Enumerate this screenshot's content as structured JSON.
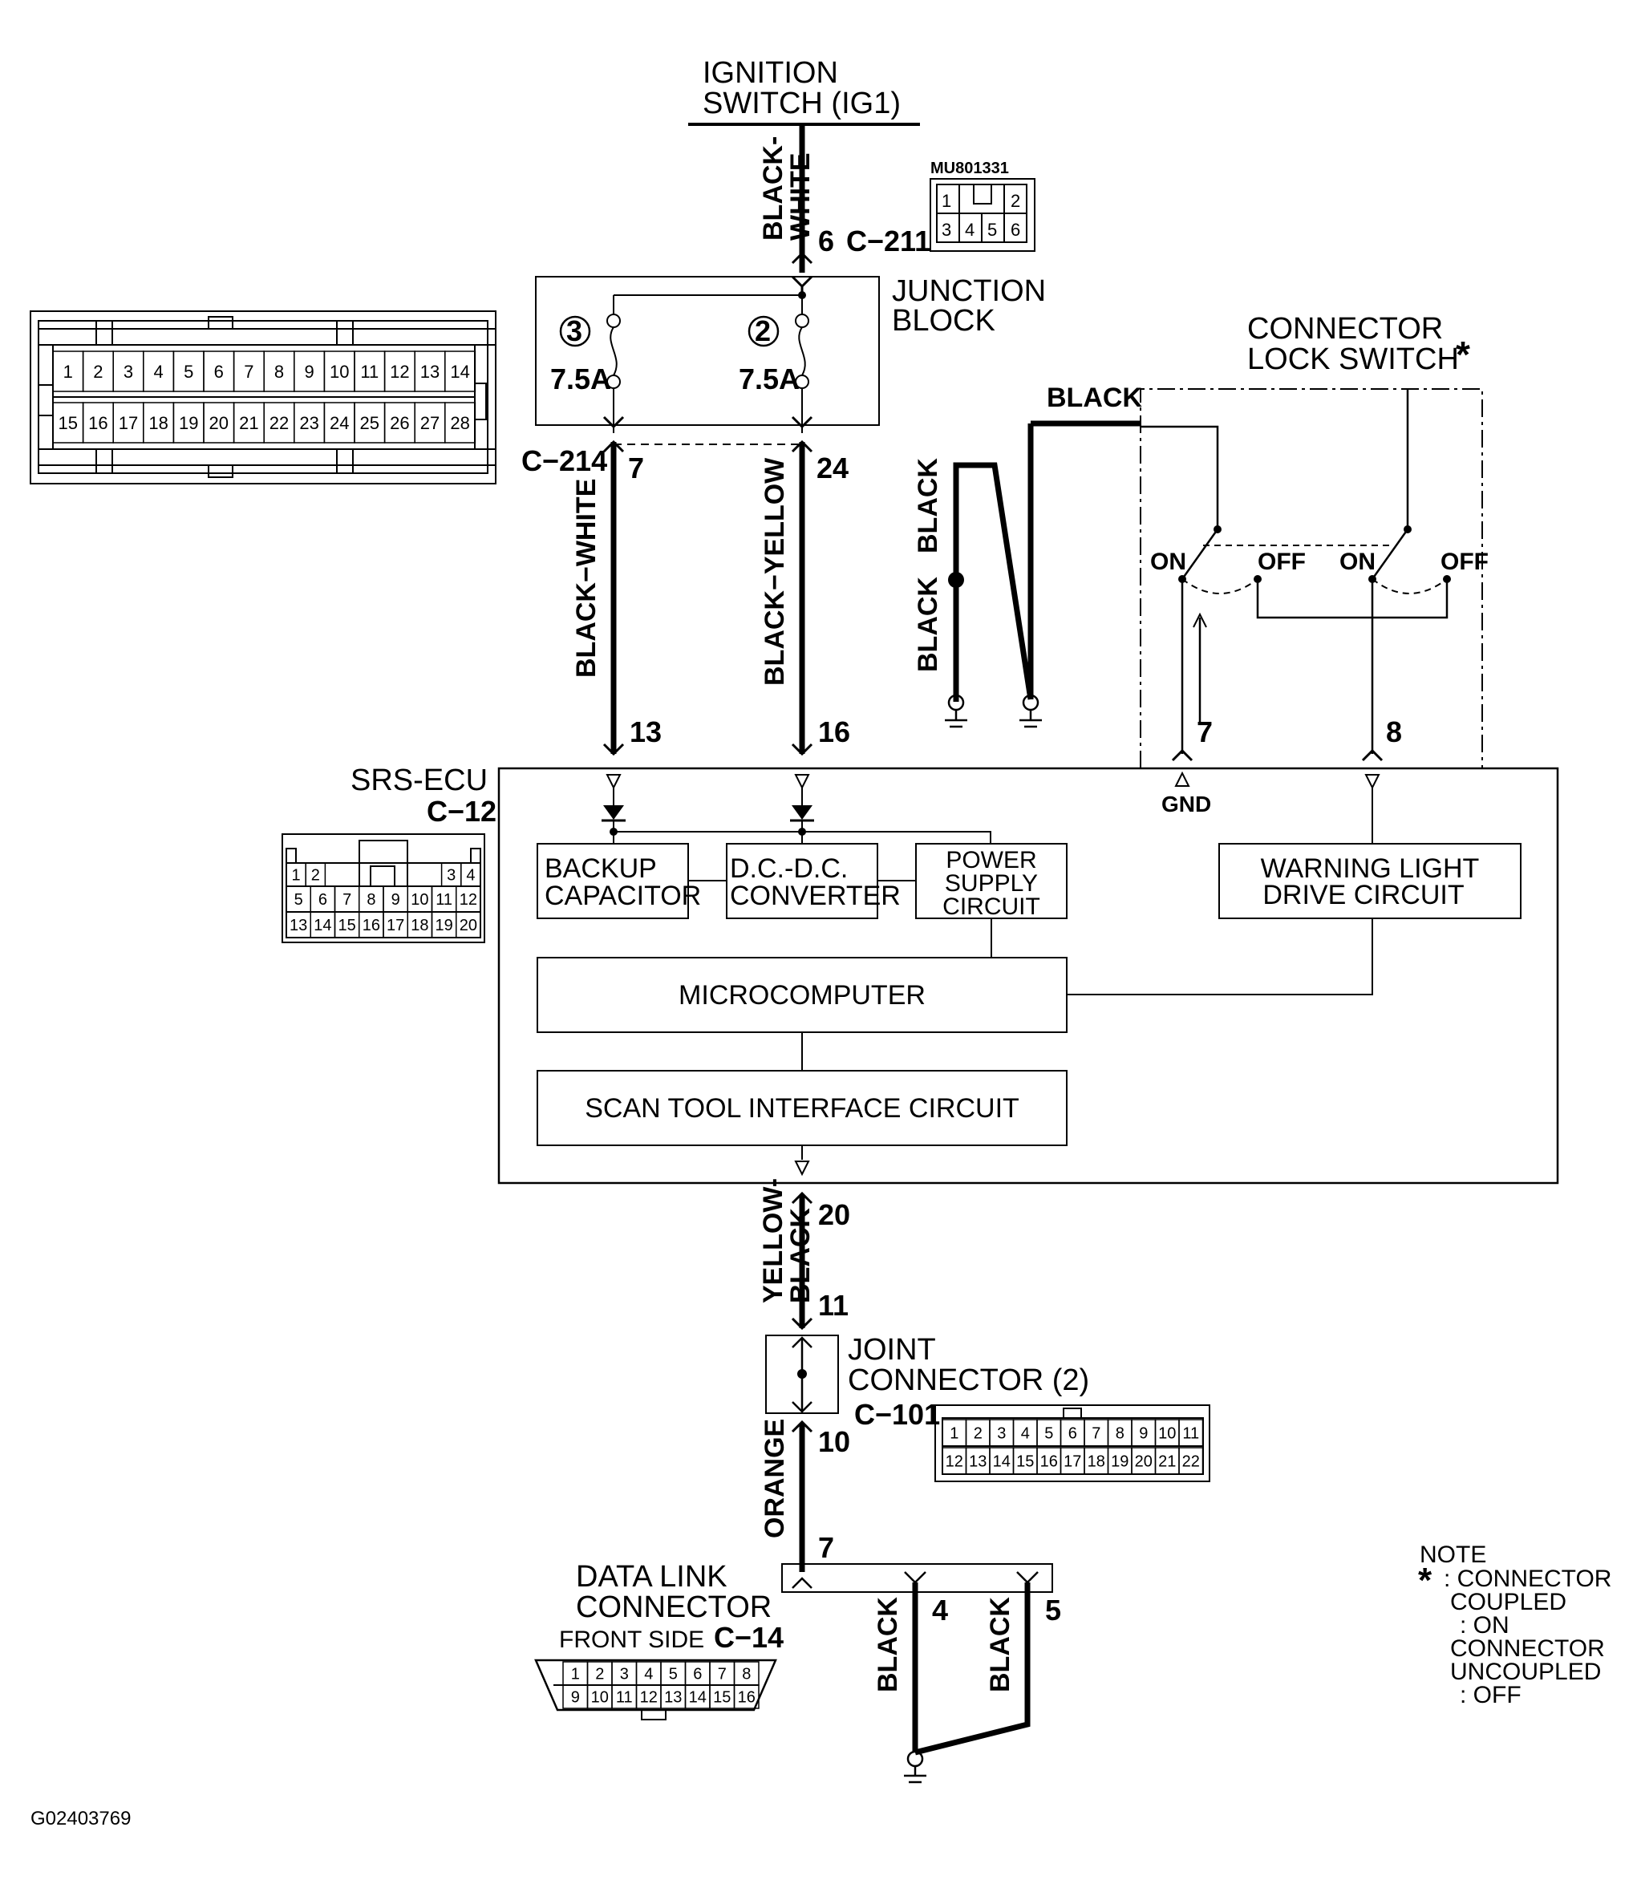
{
  "ignition": {
    "line1": "IGNITION",
    "line2": "SWITCH (IG1)"
  },
  "c211": {
    "part": "MU801331",
    "pin": "6",
    "id": "C−211",
    "cells_top": [
      "1",
      "2"
    ],
    "cells_bot": [
      "3",
      "4",
      "5",
      "6"
    ]
  },
  "wires": {
    "top": [
      "BLACK-",
      "WHITE"
    ],
    "left": "BLACK−WHITE",
    "right": "BLACK−YELLOW",
    "data": [
      "YELLOW-",
      "BLACK"
    ],
    "orange": "ORANGE",
    "black": "BLACK"
  },
  "junction": {
    "line1": "JUNCTION",
    "line2": "BLOCK",
    "fuse_left_no": "3",
    "fuse_right_no": "2",
    "fuse_left_amp": "7.5A",
    "fuse_right_amp": "7.5A"
  },
  "c214": {
    "id": "C−214",
    "pin_left": "7",
    "pin_right": "24"
  },
  "big_connector": {
    "row1": [
      "1",
      "2",
      "3",
      "4",
      "5",
      "6",
      "7",
      "8",
      "9",
      "10",
      "11",
      "12",
      "13",
      "14"
    ],
    "row2": [
      "15",
      "16",
      "17",
      "18",
      "19",
      "20",
      "21",
      "22",
      "23",
      "24",
      "25",
      "26",
      "27",
      "28"
    ]
  },
  "lock_switch": {
    "line1": "CONNECTOR",
    "line2": "LOCK SWITCH",
    "star": "*",
    "on": "ON",
    "off": "OFF"
  },
  "ecu": {
    "name": "SRS-ECU",
    "id": "C−12",
    "pins": {
      "p13": "13",
      "p16": "16",
      "p7": "7",
      "p8": "8",
      "p20": "20"
    },
    "gnd": "GND",
    "backup": [
      "BACKUP",
      "CAPACITOR"
    ],
    "dcdc": [
      "D.C.-D.C.",
      "CONVERTER"
    ],
    "power": [
      "POWER",
      "SUPPLY",
      "CIRCUIT"
    ],
    "warning": [
      "WARNING LIGHT",
      "DRIVE CIRCUIT"
    ],
    "micro": "MICROCOMPUTER",
    "scan": "SCAN TOOL INTERFACE CIRCUIT",
    "conn_r1": [
      "1",
      "2",
      "",
      "",
      "",
      "",
      "",
      "",
      "3",
      "4"
    ],
    "conn_r2": [
      "5",
      "6",
      "7",
      "8",
      "9",
      "10",
      "11",
      "12"
    ],
    "conn_r3": [
      "13",
      "14",
      "15",
      "16",
      "17",
      "18",
      "19",
      "20"
    ]
  },
  "joint": {
    "line1": "JOINT",
    "line2": "CONNECTOR (2)",
    "id": "C−101",
    "pin11": "11",
    "pin10": "10",
    "row1": [
      "1",
      "2",
      "3",
      "4",
      "5",
      "6",
      "7",
      "8",
      "9",
      "10",
      "11"
    ],
    "row2": [
      "12",
      "13",
      "14",
      "15",
      "16",
      "17",
      "18",
      "19",
      "20",
      "21",
      "22"
    ]
  },
  "dlc": {
    "line1": "DATA LINK",
    "line2": "CONNECTOR",
    "front": "FRONT SIDE",
    "id": "C−14",
    "pin7": "7",
    "pin4": "4",
    "pin5": "5",
    "row1": [
      "1",
      "2",
      "3",
      "4",
      "5",
      "6",
      "7",
      "8"
    ],
    "row2": [
      "9",
      "10",
      "11",
      "12",
      "13",
      "14",
      "15",
      "16"
    ]
  },
  "note": {
    "title": "NOTE",
    "star": "*",
    "l1": ": CONNECTOR",
    "l2": "COUPLED",
    "l3": ": ON",
    "l4": "CONNECTOR",
    "l5": "UNCOUPLED",
    "l6": ": OFF"
  },
  "figure_id": "G02403769"
}
